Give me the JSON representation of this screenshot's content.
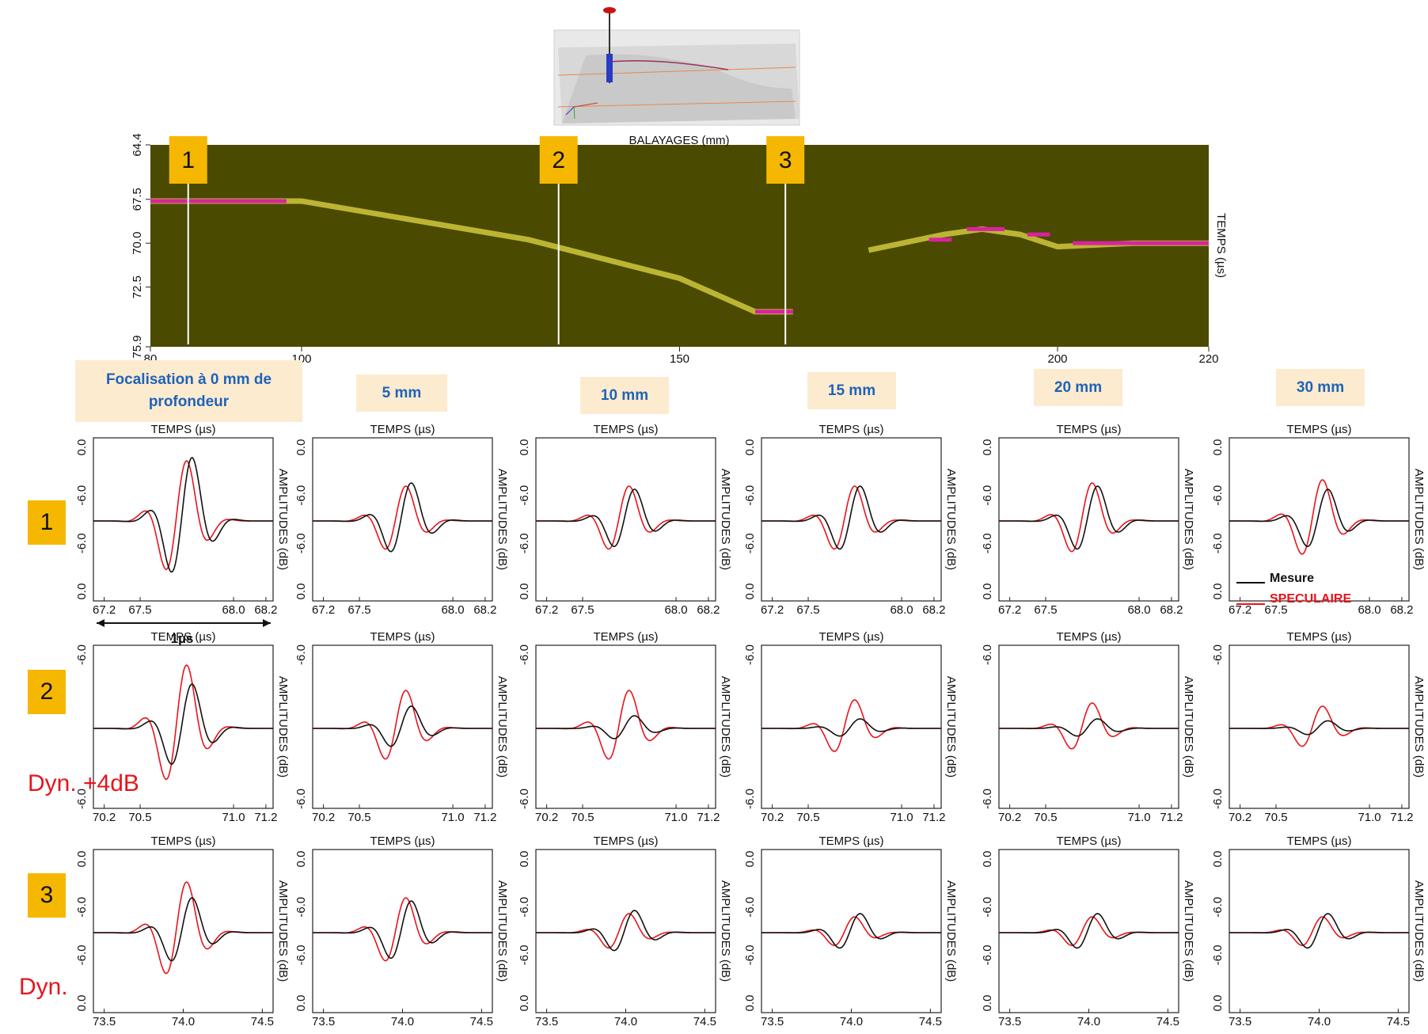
{
  "bscan": {
    "title": "BALAYAGES (mm)",
    "ylabel": "TEMPS (µs)",
    "xticks": [
      "80",
      "100",
      "150",
      "200",
      "220"
    ],
    "yticks": [
      "64.4",
      "67.5",
      "70.0",
      "72.5",
      "75.9"
    ],
    "markers": [
      "1",
      "2",
      "3"
    ]
  },
  "headers": [
    "Focalisation à 0 mm de profondeur",
    "5 mm",
    "10 mm",
    "15 mm",
    "20 mm",
    "30 mm"
  ],
  "row_markers": [
    "1",
    "2",
    "3"
  ],
  "dyn_labels": [
    "Dyn. +4dB",
    "Dyn."
  ],
  "scale_label": "1µs",
  "legend": {
    "measure": "Mesure",
    "specular": "SPECULAIRE"
  },
  "panel_xlabel": "TEMPS (µs)",
  "panel_ylabel": "AMPLITUDES (dB)",
  "rows": [
    {
      "xticks": [
        "67.2",
        "67.5",
        "68.0",
        "68.2"
      ],
      "yticks": [
        "0.0",
        "-6.0",
        "-6.0",
        "0.0"
      ]
    },
    {
      "xticks": [
        "70.2",
        "70.5",
        "71.0",
        "71.2"
      ],
      "yticks": [
        "-6.0",
        "-6.0"
      ]
    },
    {
      "xticks": [
        "73.5",
        "74.0",
        "74.5"
      ],
      "yticks": [
        "0.0",
        "-6.0",
        "-6.0",
        "0.0"
      ]
    }
  ],
  "colors": {
    "measure": "#111111",
    "specular": "#e8141b",
    "bscan_bg": "#4a4a00",
    "marker": "#f5b700",
    "header_bg": "#fdebd0",
    "header_text": "#1f63b7"
  },
  "chart_data": {
    "type": "line",
    "description_note": "",
    "bscan": {
      "x_range": [
        80,
        220
      ],
      "y_range": [
        64.4,
        75.9
      ],
      "echo_x": [
        80,
        100,
        130,
        150,
        160,
        165,
        175,
        185,
        190,
        195,
        200,
        210,
        220
      ],
      "echo_y": [
        67.6,
        67.6,
        69.8,
        72.0,
        73.9,
        73.9,
        70.4,
        69.5,
        69.2,
        69.5,
        70.2,
        70.0,
        70.0
      ],
      "marker_positions": [
        85,
        134,
        164
      ]
    },
    "waveform_amplitudes": {
      "columns": [
        "0 mm",
        "5 mm",
        "10 mm",
        "15 mm",
        "20 mm",
        "30 mm"
      ],
      "row1": {
        "measure": [
          1.0,
          0.6,
          0.5,
          0.55,
          0.55,
          0.5
        ],
        "specular": [
          0.95,
          0.55,
          0.55,
          0.55,
          0.6,
          0.65
        ]
      },
      "row2": {
        "measure": [
          0.7,
          0.35,
          0.2,
          0.15,
          0.15,
          0.12
        ],
        "specular": [
          1.0,
          0.6,
          0.6,
          0.45,
          0.4,
          0.35
        ]
      },
      "row3": {
        "measure": [
          0.55,
          0.5,
          0.35,
          0.3,
          0.3,
          0.3
        ],
        "specular": [
          0.8,
          0.55,
          0.3,
          0.25,
          0.25,
          0.25
        ]
      }
    }
  }
}
